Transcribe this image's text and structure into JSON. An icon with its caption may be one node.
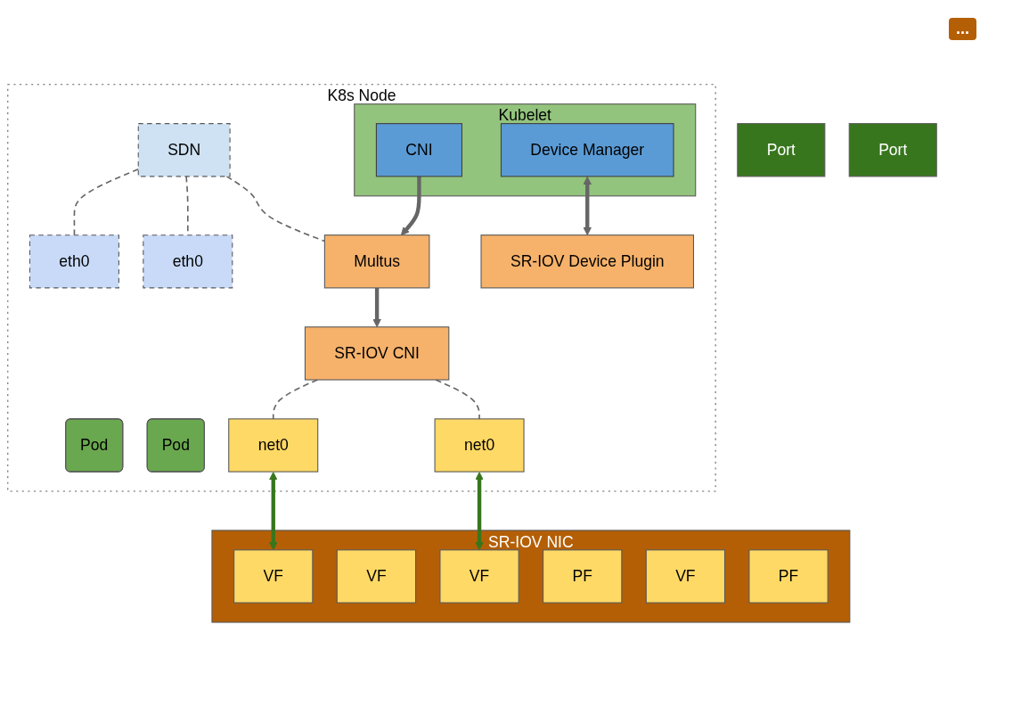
{
  "diagram": {
    "nodes": [
      {
        "text": [
          "K8s Node"
        ]
      },
      {
        "text": [
          "Kubelet"
        ],
        "in": 0
      },
      {
        "text": [
          "CNI"
        ],
        "in": 1
      },
      {
        "text": [
          "Device Manager"
        ],
        "in": 1
      },
      {
        "text": [
          "SDN"
        ],
        "in": 0
      },
      {
        "text": [
          "eth0"
        ],
        "in": 0
      },
      {
        "text": [
          "eth0"
        ],
        "in": 0
      },
      {
        "text": [
          "Pod"
        ],
        "in": 0
      },
      {
        "text": [
          "Pod"
        ],
        "in": 0
      },
      {
        "text": [
          "net0"
        ],
        "in": 0
      },
      {
        "text": [
          "net0"
        ],
        "in": 0
      },
      {
        "text": [
          "Multus"
        ],
        "in": 0
      },
      {
        "text": [
          "SR-IOV CNI"
        ],
        "in": 0
      },
      {
        "text": [
          "SR-IOV Device Plugin"
        ],
        "in": 0
      },
      {
        "text": [
          "SR-IOV NIC"
        ]
      },
      {
        "text": [
          "VF"
        ],
        "in": 14
      },
      {
        "text": [
          "VF"
        ],
        "in": 14
      },
      {
        "text": [
          "VF"
        ],
        "in": 14
      },
      {
        "text": [
          "PF"
        ],
        "in": 14
      },
      {
        "text": [
          "VF"
        ],
        "in": 14
      },
      {
        "text": [
          "PF"
        ],
        "in": 14
      },
      {
        "text": [
          "Port"
        ]
      },
      {
        "text": [
          "Port"
        ]
      }
    ],
    "edges": [
      {
        "from": 4,
        "to": 5,
        "arrow": "none",
        "style": "dashed"
      },
      {
        "from": 4,
        "to": 6,
        "arrow": "none",
        "style": "dashed"
      },
      {
        "from": 4,
        "to": 11,
        "arrow": "none",
        "style": "dashed"
      },
      {
        "from": 2,
        "to": 11,
        "arrow": "to",
        "style": "thick"
      },
      {
        "from": 3,
        "to": 13,
        "arrow": "both",
        "style": "thick"
      },
      {
        "from": 11,
        "to": 12,
        "arrow": "to",
        "style": "thick"
      },
      {
        "from": 12,
        "to": 9,
        "arrow": "none",
        "style": "dashed"
      },
      {
        "from": 12,
        "to": 10,
        "arrow": "none",
        "style": "dashed"
      },
      {
        "from": 9,
        "to": 15,
        "arrow": "both",
        "style": "thick",
        "color": "#38761d"
      },
      {
        "from": 10,
        "to": 17,
        "arrow": "both",
        "style": "thick",
        "color": "#38761d"
      }
    ],
    "labels": [
      "..."
    ]
  }
}
